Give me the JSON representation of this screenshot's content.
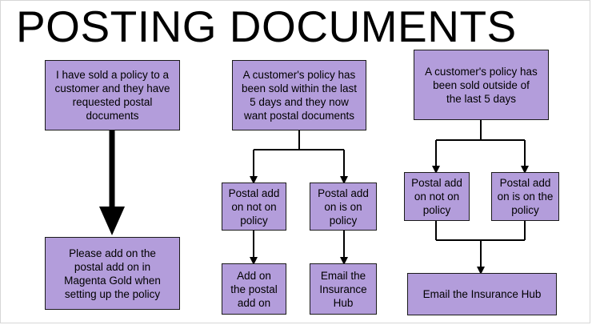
{
  "title": "POSTING DOCUMENTS",
  "colors": {
    "box_fill": "#b39ddb",
    "box_border": "#1a1a1a",
    "arrow": "#000000"
  },
  "col1": {
    "top": "I have sold a policy to a customer and they have requested postal documents",
    "bottom": "Please add on the postal add on in Magenta Gold when setting up the policy"
  },
  "col2": {
    "top": "A customer's policy has been sold within the last 5 days and they now want postal documents",
    "left_mid": "Postal add on not on policy",
    "right_mid": "Postal add on is on policy",
    "left_bottom": "Add on the postal add on",
    "right_bottom": "Email the Insurance Hub"
  },
  "col3": {
    "top": "A customer's policy has been sold outside of the last 5 days",
    "left_mid": "Postal add on not on policy",
    "right_mid": "Postal add on is on the policy",
    "bottom": "Email the Insurance Hub"
  }
}
